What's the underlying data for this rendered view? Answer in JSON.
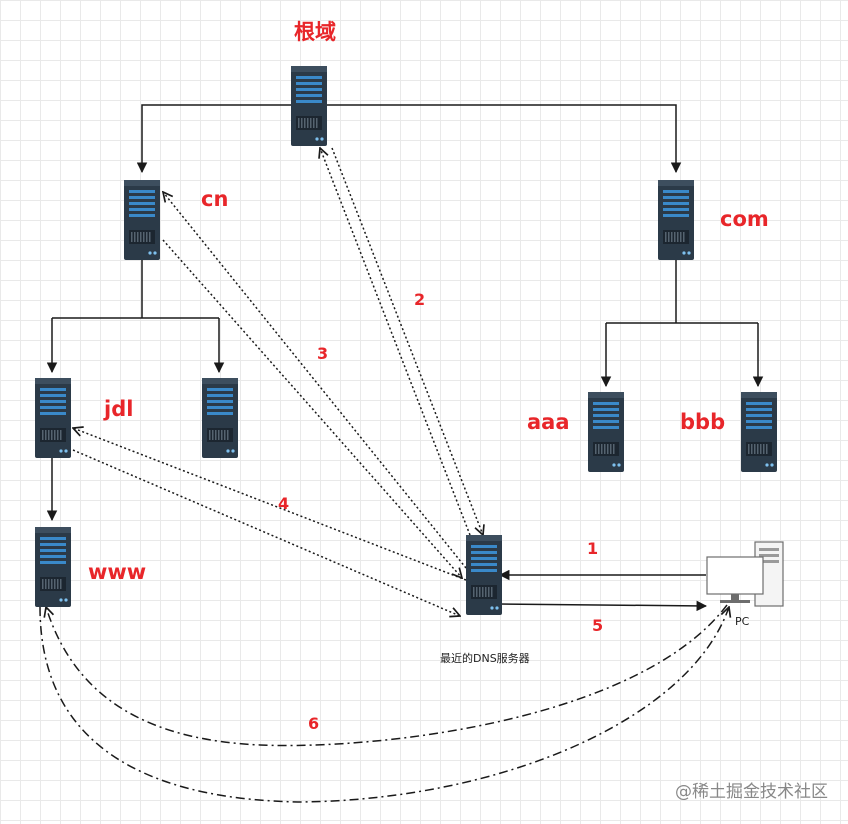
{
  "nodes": {
    "root": "根域",
    "cn": "cn",
    "com": "com",
    "jdl": "jdl",
    "aaa": "aaa",
    "bbb": "bbb",
    "www": "www",
    "dns_server": "最近的DNS服务器",
    "pc": "PC"
  },
  "steps": [
    "1",
    "2",
    "3",
    "4",
    "5",
    "6"
  ],
  "credit": "@稀土掘金技术社区",
  "colors": {
    "label_red": "#e8262a",
    "server_body": "#2b3a48",
    "server_panel": "#3a89c9",
    "connector": "#1a1a1a"
  }
}
